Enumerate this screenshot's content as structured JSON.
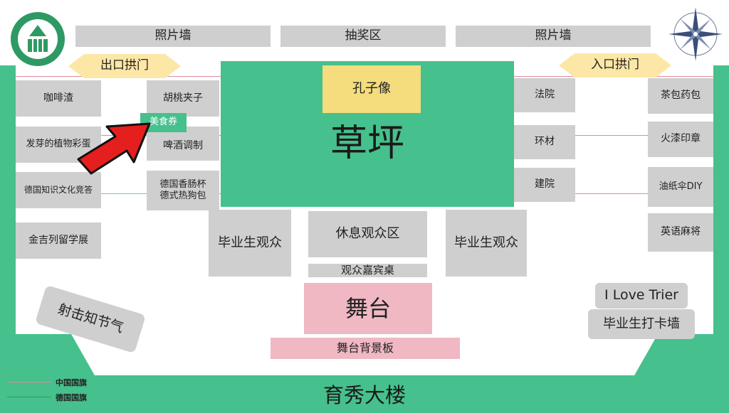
{
  "top": {
    "photo_wall_left": "照片墙",
    "lottery": "抽奖区",
    "photo_wall_right": "照片墙"
  },
  "exit_arch": "出口拱门",
  "entry_arch": "入口拱门",
  "lawn": {
    "label": "草坪",
    "confucius": "孔子像"
  },
  "left_booths": [
    "咖啡渣",
    "发芽的植物彩蛋",
    "德国知识文化竞答",
    "金吉列留学展"
  ],
  "mid_left_booths": [
    "胡桃夹子",
    "啤酒调制",
    "德国香肠杯\n德式热狗包"
  ],
  "food_voucher": "美食券",
  "right_inner_booths": [
    "法院",
    "环材",
    "建院"
  ],
  "right_outer_booths": [
    "茶包药包",
    "火漆印章",
    "油纸伞DIY",
    "英语麻将"
  ],
  "audience": {
    "grad_left": "毕业生观众",
    "rest": "休息观众区",
    "grad_right": "毕业生观众",
    "guest_table": "观众嘉宾桌"
  },
  "stage": {
    "label": "舞台",
    "backdrop": "舞台背景板"
  },
  "shooting": "射击知节气",
  "i_love_trier": "I Love Trier",
  "checkin_wall": "毕业生打卡墙",
  "building": "育秀大楼",
  "legend": {
    "china_flag": "中国国旗",
    "germany_flag": "德国国旗"
  },
  "colors": {
    "green": "#46c08c",
    "gray": "#cfcfcf",
    "pink": "#f0b8c3",
    "yellow": "#f5dc7c",
    "arrow": "#e51e1e"
  },
  "icons": [
    "logo-seal-icon",
    "compass-rose-icon",
    "pointer-arrow-icon"
  ]
}
